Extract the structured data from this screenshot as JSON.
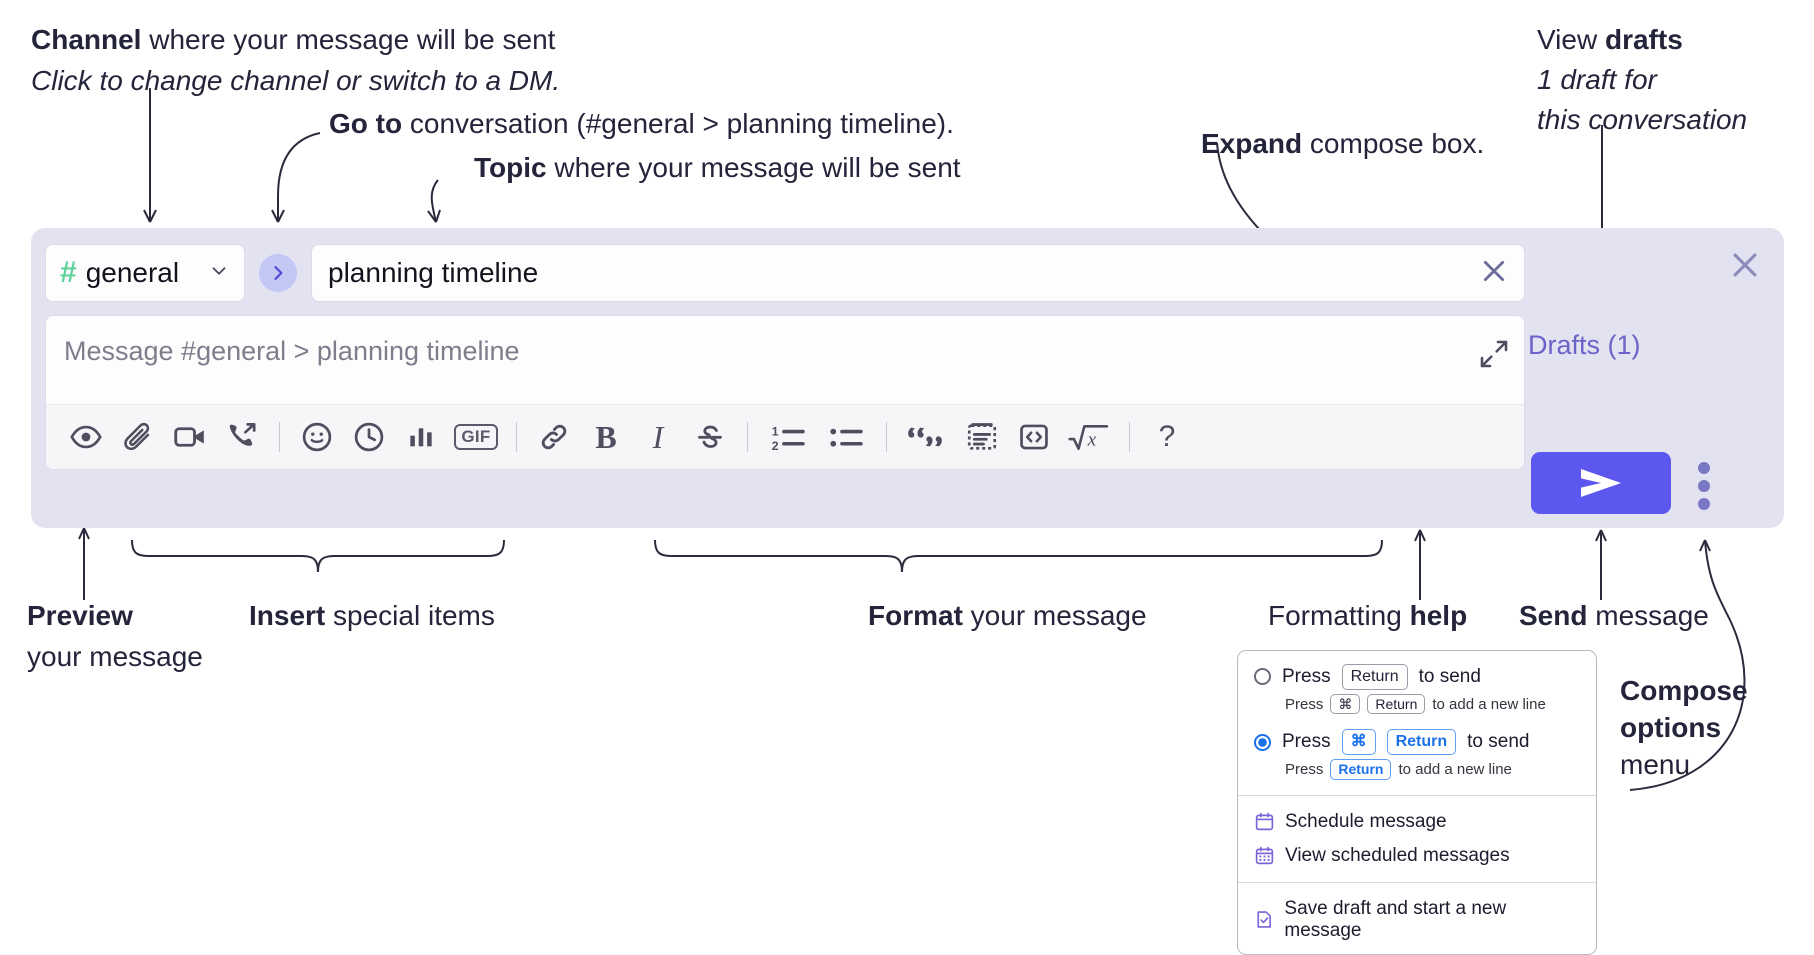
{
  "annotations": {
    "channel": {
      "bold": "Channel",
      "rest": " where your message will be sent",
      "sub": "Click to change channel or switch to a DM."
    },
    "goto": {
      "bold": "Go to",
      "rest": " conversation (#general > planning timeline)."
    },
    "topic": {
      "bold": "Topic",
      "rest": " where your message will be sent"
    },
    "expand": {
      "bold": "Expand",
      "rest": " compose box."
    },
    "drafts": {
      "pre": "View ",
      "bold": "drafts",
      "sub1": "1 draft for",
      "sub2": "this conversation"
    },
    "preview": {
      "bold": "Preview",
      "sub": "your message"
    },
    "insert": {
      "bold": "Insert",
      "rest": " special items"
    },
    "format": {
      "bold": "Format",
      "rest": " your message"
    },
    "help": {
      "pre": "Formatting ",
      "bold": "help"
    },
    "send": {
      "bold": "Send",
      "rest": " message"
    },
    "compose_options": {
      "bold1": "Compose",
      "bold2": "options",
      "rest": "menu"
    }
  },
  "compose": {
    "channel_name": "general",
    "channel_hash": "#",
    "chevron_icon": "chevron-down-icon",
    "goto_icon": "chevron-right-icon",
    "topic_value": "planning timeline",
    "topic_clear_icon": "close-icon",
    "message_placeholder": "Message #general > planning timeline",
    "expand_icon": "expand-diagonal-icon",
    "drafts_label": "Drafts (1)",
    "panel_close_icon": "close-icon",
    "send_icon": "send-paper-plane-icon",
    "more_icon": "kebab-menu-icon",
    "accent_purple": "#5b57ef",
    "panel_bg": "#e2e2f1",
    "hash_green": "#5fd39a",
    "drafts_color": "#6a63c8"
  },
  "toolbar": {
    "items": [
      {
        "name": "preview-eye-icon",
        "label": "Preview"
      },
      {
        "name": "attachment-paperclip-icon",
        "label": "Attach file"
      },
      {
        "name": "video-camera-icon",
        "label": "Record video clip"
      },
      {
        "name": "audio-clip-phone-icon",
        "label": "Record audio clip"
      },
      {
        "name": "divider",
        "label": ""
      },
      {
        "name": "emoji-smiley-icon",
        "label": "Emoji"
      },
      {
        "name": "clock-icon",
        "label": "Schedule"
      },
      {
        "name": "poll-bar-chart-icon",
        "label": "Poll"
      },
      {
        "name": "gif-icon",
        "label": "GIF"
      },
      {
        "name": "divider",
        "label": ""
      },
      {
        "name": "link-icon",
        "label": "Link"
      },
      {
        "name": "bold-icon",
        "label": "B"
      },
      {
        "name": "italic-icon",
        "label": "I"
      },
      {
        "name": "strikethrough-icon",
        "label": "Strikethrough"
      },
      {
        "name": "divider",
        "label": ""
      },
      {
        "name": "ordered-list-icon",
        "label": "Ordered list"
      },
      {
        "name": "bulleted-list-icon",
        "label": "Bulleted list"
      },
      {
        "name": "divider",
        "label": ""
      },
      {
        "name": "blockquote-icon",
        "label": "Blockquote"
      },
      {
        "name": "code-block-icon",
        "label": "Code block"
      },
      {
        "name": "inline-code-icon",
        "label": "Code"
      },
      {
        "name": "math-icon",
        "label": "Math"
      },
      {
        "name": "divider",
        "label": ""
      },
      {
        "name": "help-question-icon",
        "label": "?"
      }
    ],
    "gif_label": "GIF",
    "bold_label": "B",
    "italic_label": "I",
    "help_label": "?"
  },
  "options_menu": {
    "radio_1": {
      "selected": false,
      "pre": "Press",
      "key": "Return",
      "post": "to send",
      "sub_pre": "Press",
      "sub_key1": "⌘",
      "sub_key2": "Return",
      "sub_post": "to add a new line"
    },
    "radio_2": {
      "selected": true,
      "pre": "Press",
      "key1": "⌘",
      "key2": "Return",
      "post": "to send",
      "sub_pre": "Press",
      "sub_key": "Return",
      "sub_post": "to add a new line"
    },
    "items": [
      {
        "icon": "calendar-schedule-icon",
        "label": "Schedule message"
      },
      {
        "icon": "calendar-grid-icon",
        "label": "View scheduled messages"
      },
      {
        "icon": "save-draft-document-icon",
        "label": "Save draft and start a new message"
      }
    ],
    "icon_color": "#7b63d8",
    "selected_color": "#1b72e8"
  }
}
